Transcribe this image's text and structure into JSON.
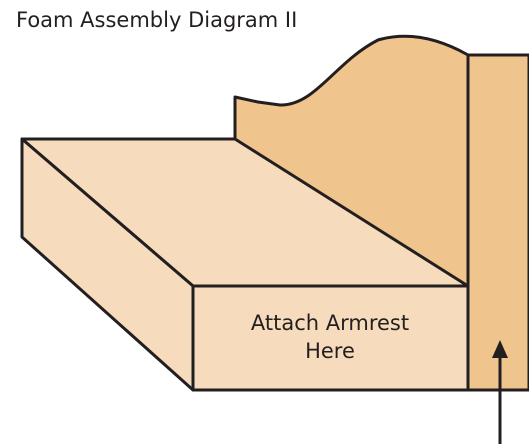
{
  "title": "Foam Assembly Diagram II",
  "label": {
    "line1": "Attach Armrest",
    "line2": "Here"
  },
  "colors": {
    "cushion_top": "#f6dcbd",
    "cushion_side": "#f6dcbd",
    "back_foam": "#f0c48d",
    "arm_panel": "#f0c48d",
    "outline": "#231f20",
    "text": "#231f20"
  }
}
